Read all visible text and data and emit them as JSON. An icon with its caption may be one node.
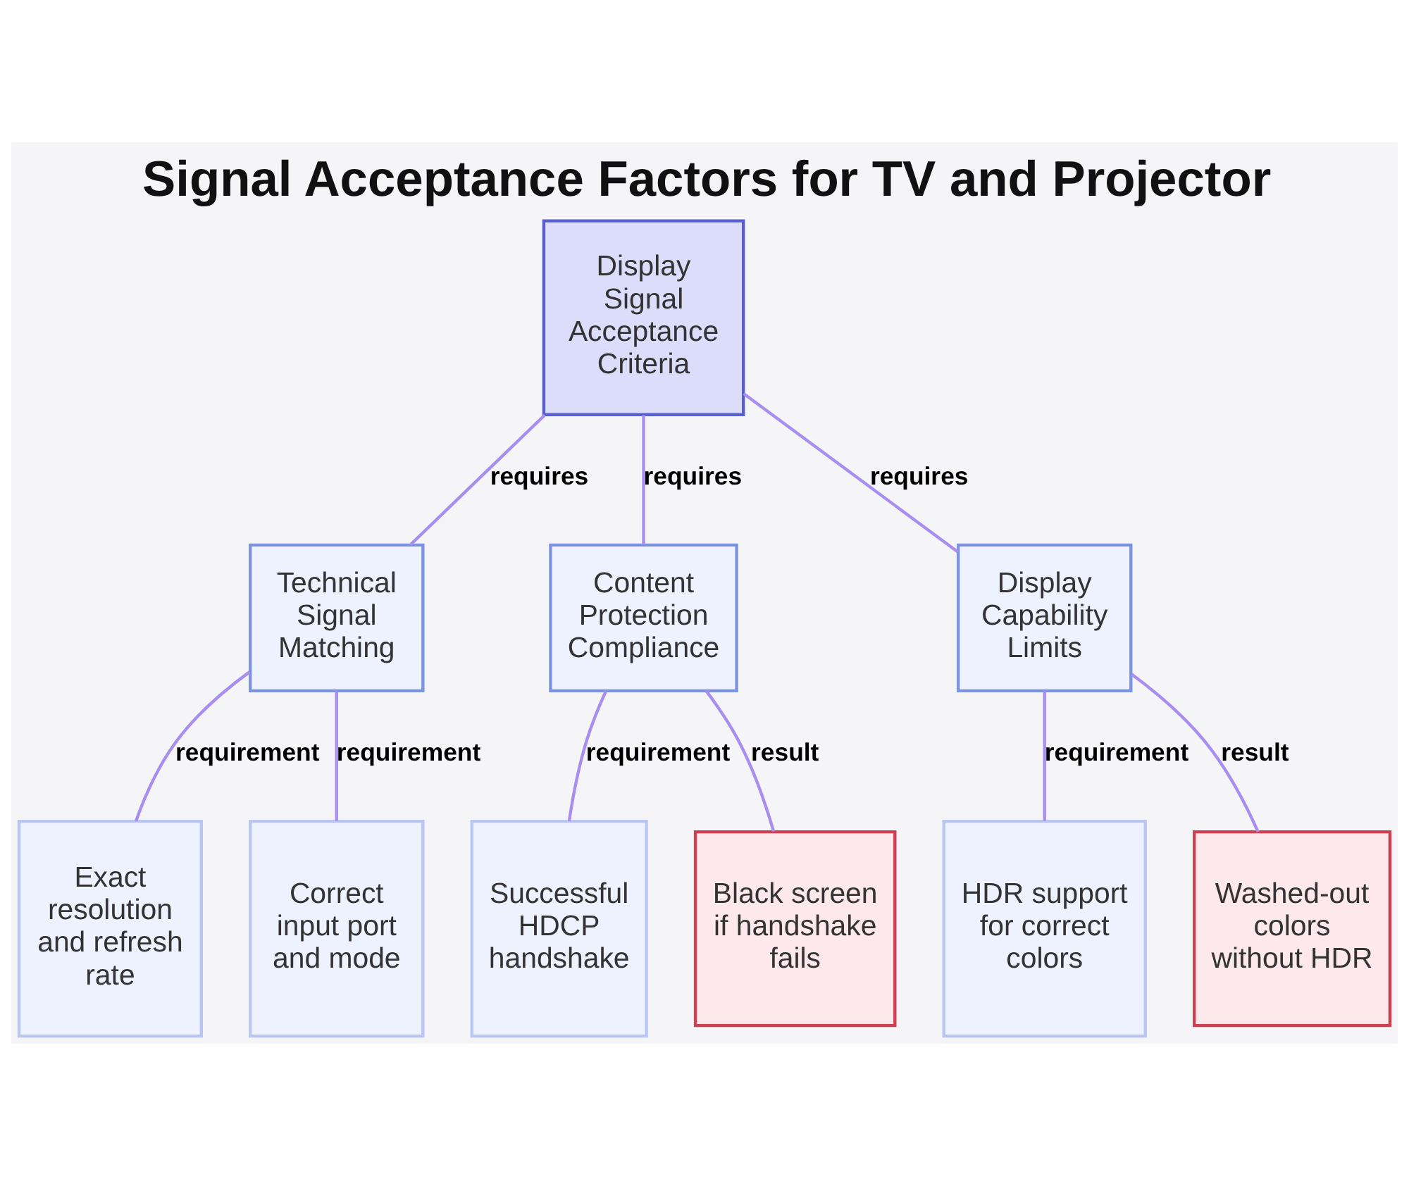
{
  "diagram": {
    "title": "Signal Acceptance Factors for TV and Projector",
    "nodes": [
      {
        "text": [
          "Display Signal Acceptance Criteria"
        ]
      },
      {
        "text": [
          "Technical Signal Matching"
        ]
      },
      {
        "text": [
          "Content Protection Compliance"
        ]
      },
      {
        "text": [
          "Display Capability Limits"
        ]
      },
      {
        "text": [
          "Exact resolution and refresh rate"
        ]
      },
      {
        "text": [
          "Correct input port and mode"
        ]
      },
      {
        "text": [
          "Successful HDCP handshake"
        ]
      },
      {
        "text": [
          "Black screen if handshake fails"
        ]
      },
      {
        "text": [
          "HDR support for correct colors"
        ]
      },
      {
        "text": [
          "Washed-out colors without HDR"
        ]
      }
    ],
    "edges": [
      {
        "from": 0,
        "to": 1,
        "arrow": "none",
        "label": "requires"
      },
      {
        "from": 0,
        "to": 2,
        "arrow": "none",
        "label": "requires"
      },
      {
        "from": 0,
        "to": 3,
        "arrow": "none",
        "label": "requires"
      },
      {
        "from": 1,
        "to": 4,
        "arrow": "none",
        "label": "requirement"
      },
      {
        "from": 1,
        "to": 5,
        "arrow": "none",
        "label": "requirement"
      },
      {
        "from": 2,
        "to": 6,
        "arrow": "none",
        "label": "requirement"
      },
      {
        "from": 2,
        "to": 7,
        "arrow": "none",
        "label": "result"
      },
      {
        "from": 3,
        "to": 8,
        "arrow": "none",
        "label": "requirement"
      },
      {
        "from": 3,
        "to": 9,
        "arrow": "none",
        "label": "result"
      }
    ]
  }
}
